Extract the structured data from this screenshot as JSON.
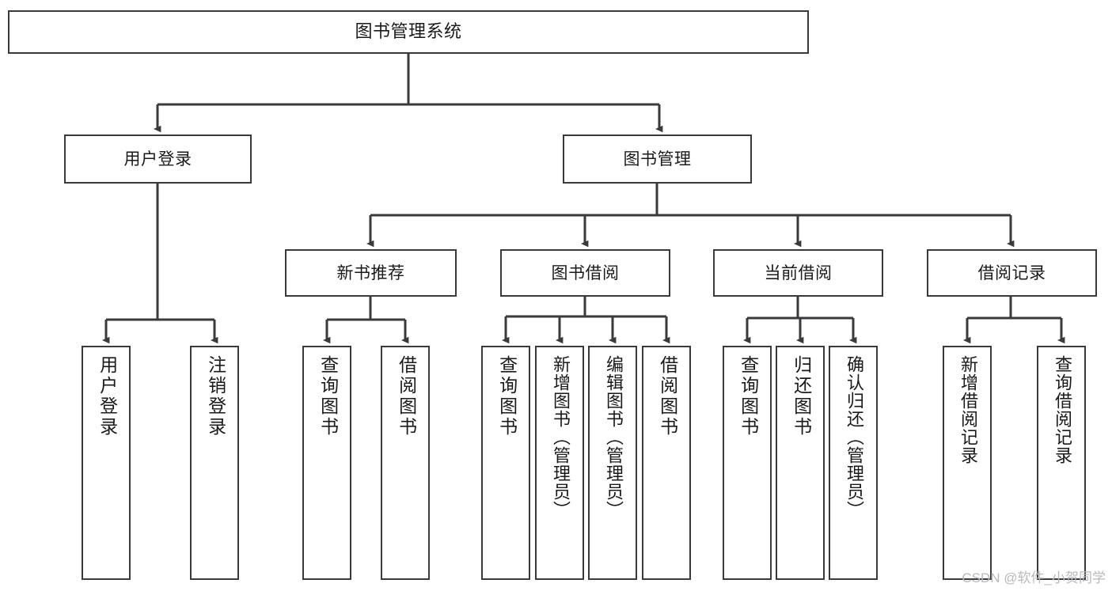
{
  "diagram": {
    "type": "tree-hierarchy",
    "title": "图书管理系统",
    "line_color": "#3a3a3c",
    "box_fill": "#ffffff",
    "text_color": "#1a1a1a",
    "watermark": "CSDN @软件_小贺同学"
  },
  "nodes": {
    "root": {
      "label": "图书管理系统"
    },
    "level1": [
      {
        "label": "用户登录"
      },
      {
        "label": "图书管理"
      }
    ],
    "level2": [
      {
        "label": "新书推荐"
      },
      {
        "label": "图书借阅"
      },
      {
        "label": "当前借阅"
      },
      {
        "label": "借阅记录"
      }
    ],
    "leaves": {
      "user_login": [
        {
          "label": "用户登录"
        },
        {
          "label": "注销登录"
        }
      ],
      "new_book_recommend": [
        {
          "label": "查询图书"
        },
        {
          "label": "借阅图书"
        }
      ],
      "book_borrow": [
        {
          "label": "查询图书"
        },
        {
          "label": "新增图书（管理员）"
        },
        {
          "label": "编辑图书（管理员）"
        },
        {
          "label": "借阅图书"
        }
      ],
      "current_borrow": [
        {
          "label": "查询图书"
        },
        {
          "label": "归还图书"
        },
        {
          "label": "确认归还（管理员）"
        }
      ],
      "borrow_record": [
        {
          "label": "新增借阅记录"
        },
        {
          "label": "查询借阅记录"
        }
      ]
    }
  }
}
